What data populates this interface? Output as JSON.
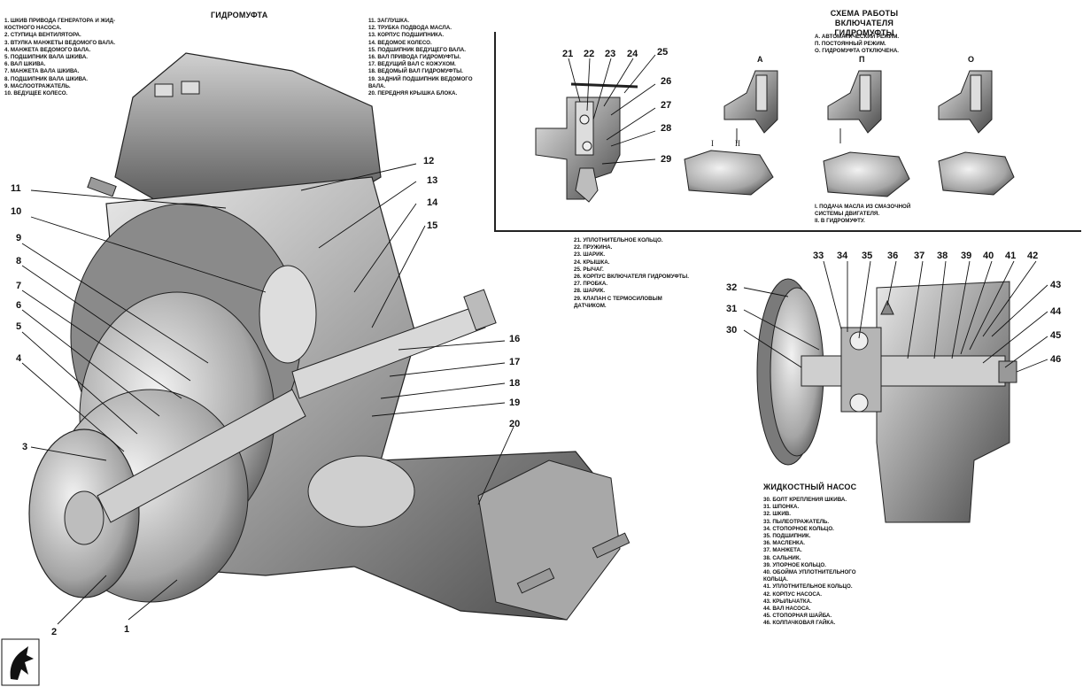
{
  "main_title": "ГИДРОМУФТА",
  "legend_coupling_1": [
    "1. ШКИВ ПРИВОДА ГЕНЕРАТОРА И ЖИД-\nКОСТНОГО НАСОСА.",
    "2. СТУПИЦА ВЕНТИЛЯТОРА.",
    "3. ВТУЛКА МАНЖЕТЫ ВЕДОМОГО ВАЛА.",
    "4. МАНЖЕТА ВЕДОМОГО ВАЛА.",
    "5. ПОДШИПНИК ВАЛА ШКИВА.",
    "6. ВАЛ ШКИВА.",
    "7. МАНЖЕТА ВАЛА ШКИВА.",
    "8. ПОДШИПНИК ВАЛА ШКИВА.",
    "9. МАСЛООТРАЖАТЕЛЬ.",
    "10. ВЕДУЩЕЕ КОЛЕСО."
  ],
  "legend_coupling_2": [
    "11. ЗАГЛУШКА.",
    "12. ТРУБКА ПОДВОДА МАСЛА.",
    "13. КОРПУС ПОДШИПНИКА.",
    "14. ВЕДОМОЕ КОЛЕСО.",
    "15. ПОДШИПНИК ВЕДУЩЕГО ВАЛА.",
    "16. ВАЛ ПРИВОДА ГИДРОМУФТЫ.",
    "17. ВЕДУЩИЙ ВАЛ С КОЖУХОМ.",
    "18. ВЕДОМЫЙ ВАЛ ГИДРОМУФТЫ.",
    "19. ЗАДНИЙ ПОДШИПНИК ВЕДОМОГО\nВАЛА.",
    "20. ПЕРЕДНЯЯ КРЫШКА БЛОКА."
  ],
  "scheme_title": "СХЕМА РАБОТЫ ВКЛЮЧАТЕЛЯ\nГИДРОМУФТЫ",
  "modes_legend": [
    "А. АВТОМАТИЧЕСКИЙ РЕЖИМ.",
    "П. ПОСТОЯННЫЙ РЕЖИМ.",
    "О. ГИДРОМУФТА ОТКЛЮЧЕНА."
  ],
  "mode_labels": [
    "А",
    "П",
    "О"
  ],
  "flow_labels": [
    "I",
    "II"
  ],
  "flow_legend": [
    "I. ПОДАЧА МАСЛА ИЗ СМАЗОЧНОЙ\nСИСТЕМЫ ДВИГАТЕЛЯ.",
    "II. В ГИДРОМУФТУ."
  ],
  "legend_switch": [
    "21. УПЛОТНИТЕЛЬНОЕ КОЛЬЦО.",
    "22. ПРУЖИНА.",
    "23. ШАРИК.",
    "24. КРЫШКА.",
    "25. РЫЧАГ.",
    "26. КОРПУС ВКЛЮЧАТЕЛЯ ГИДРОМУФТЫ.",
    "27. ПРОБКА.",
    "28. ШАРИК.",
    "29. КЛАПАН С ТЕРМОСИЛОВЫМ\nДАТЧИКОМ."
  ],
  "pump_title": "ЖИДКОСТНЫЙ НАСОС",
  "legend_pump": [
    "30. БОЛТ КРЕПЛЕНИЯ ШКИВА.",
    "31. ШПОНКА.",
    "32. ШКИВ.",
    "33. ПЫЛЕОТРАЖАТЕЛЬ.",
    "34. СТОПОРНОЕ КОЛЬЦО.",
    "35. ПОДШИПНИК.",
    "36. МАСЛЕНКА.",
    "37. МАНЖЕТА.",
    "38. САЛЬНИК.",
    "39. УПОРНОЕ КОЛЬЦО.",
    "40. ОБОЙМА УПЛОТНИТЕЛЬНОГО\nКОЛЬЦА.",
    "41. УПЛОТНИТЕЛЬНОЕ КОЛЬЦО.",
    "42. КОРПУС НАСОСА.",
    "43. КРЫЛЬЧАТКА.",
    "44. ВАЛ НАСОСА.",
    "45. СТОПОРНАЯ ШАЙБА.",
    "46. КОЛПАЧКОВАЯ ГАЙКА."
  ],
  "callouts_main": [
    "1",
    "2",
    "3",
    "4",
    "5",
    "6",
    "7",
    "8",
    "9",
    "10",
    "11",
    "12",
    "13",
    "14",
    "15",
    "16",
    "17",
    "18",
    "19",
    "20"
  ],
  "callouts_switch": [
    "21",
    "22",
    "23",
    "24",
    "25",
    "26",
    "27",
    "28",
    "29"
  ],
  "callouts_pump": [
    "30",
    "31",
    "32",
    "33",
    "34",
    "35",
    "36",
    "37",
    "38",
    "39",
    "40",
    "41",
    "42",
    "43",
    "44",
    "45",
    "46"
  ]
}
